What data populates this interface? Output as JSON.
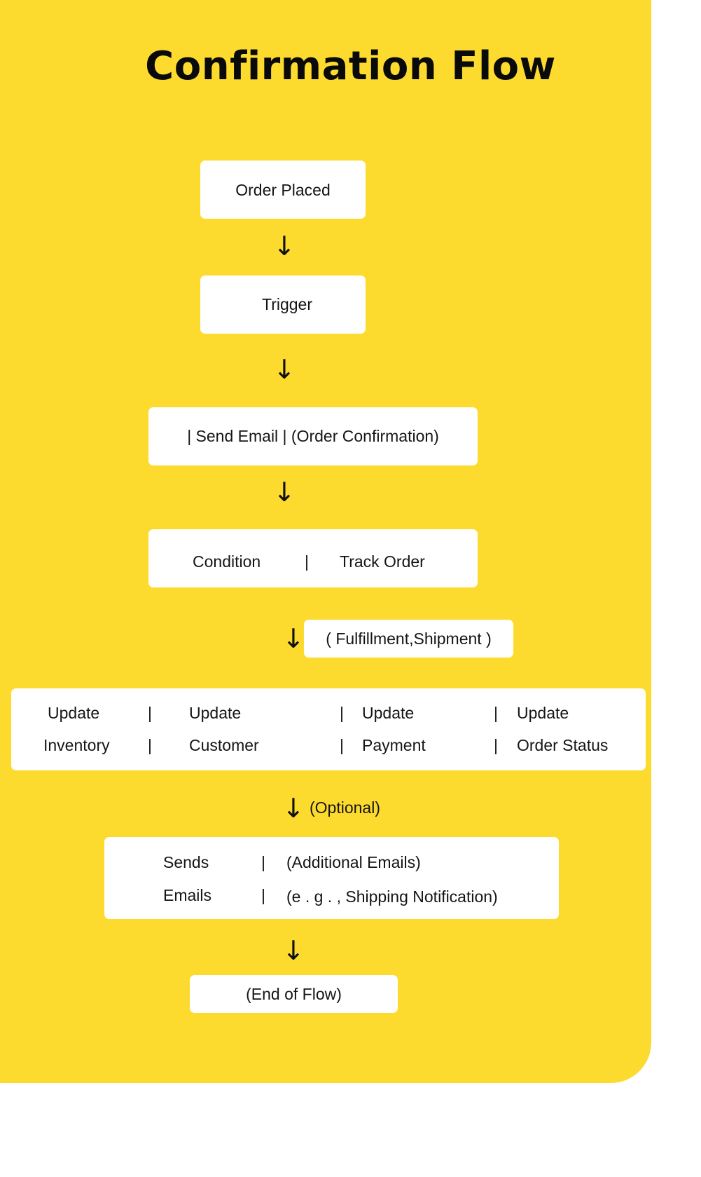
{
  "title": "Confirmation Flow",
  "arrow_glyph": "↓",
  "steps": {
    "order_placed": "Order Placed",
    "trigger": "Trigger",
    "send_email": "| Send Email | (Order Confirmation)",
    "condition": {
      "left": "Condition",
      "separator": "|",
      "right": "Track Order"
    },
    "fulfillment_label": "( Fulfillment,Shipment )",
    "updates": {
      "separator": "|",
      "columns": [
        {
          "line1": "Update",
          "line2": "Inventory"
        },
        {
          "line1": "Update",
          "line2": "Customer"
        },
        {
          "line1": "Update",
          "line2": "Payment"
        },
        {
          "line1": "Update",
          "line2": "Order Status"
        }
      ]
    },
    "optional_label": "(Optional)",
    "sends_emails": {
      "line1_left": "Sends",
      "line2_left": "Emails",
      "separator": "|",
      "line1_right": "(Additional Emails)",
      "line2_right": "(e . g . , Shipping Notification)"
    },
    "end": "(End of Flow)"
  },
  "colors": {
    "panel": "#FDDB2E",
    "box": "#FFFFFF",
    "text": "#151515"
  }
}
